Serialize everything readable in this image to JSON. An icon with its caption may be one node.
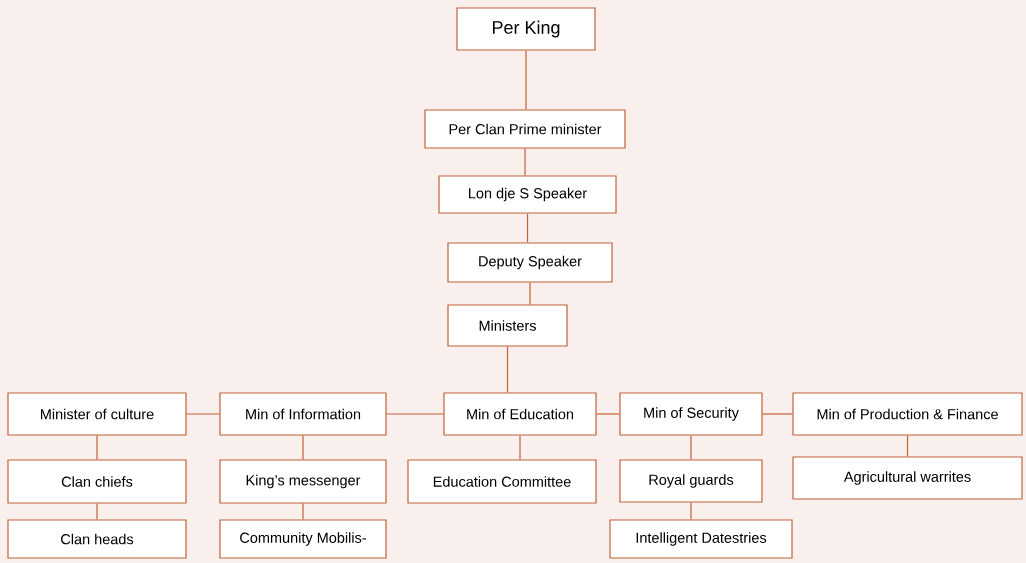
{
  "diagram": {
    "nodes": [
      {
        "text": [
          "Per King"
        ]
      },
      {
        "text": [
          "Per Clan Prime minister"
        ]
      },
      {
        "text": [
          "Lon dje S Speaker"
        ]
      },
      {
        "text": [
          "Deputy Speaker"
        ]
      },
      {
        "text": [
          "Ministers"
        ]
      },
      {
        "text": [
          "Minister of culture"
        ]
      },
      {
        "text": [
          "Min of Information"
        ]
      },
      {
        "text": [
          "Min of Education"
        ]
      },
      {
        "text": [
          "Min of Security"
        ]
      },
      {
        "text": [
          "Min of Production & Finance"
        ]
      },
      {
        "text": [
          "Clan chiefs"
        ]
      },
      {
        "text": [
          "King’s messenger"
        ]
      },
      {
        "text": [
          "Education Committee"
        ]
      },
      {
        "text": [
          "Royal guards"
        ]
      },
      {
        "text": [
          "Agricultural  warrites"
        ]
      },
      {
        "text": [
          "Clan heads"
        ]
      },
      {
        "text": [
          "Community Mobilis-"
        ]
      },
      {
        "text": [
          "Intelligent Datestries"
        ]
      }
    ],
    "edges": [
      {
        "from": 0,
        "to": 1,
        "arrow": "none"
      },
      {
        "from": 1,
        "to": 2,
        "arrow": "none"
      },
      {
        "from": 2,
        "to": 3,
        "arrow": "none"
      },
      {
        "from": 3,
        "to": 4,
        "arrow": "none"
      },
      {
        "from": 4,
        "to": 7,
        "arrow": "none"
      },
      {
        "from": 5,
        "to": 6,
        "arrow": "none"
      },
      {
        "from": 6,
        "to": 7,
        "arrow": "none"
      },
      {
        "from": 7,
        "to": 8,
        "arrow": "none"
      },
      {
        "from": 8,
        "to": 9,
        "arrow": "none"
      },
      {
        "from": 5,
        "to": 10,
        "arrow": "none"
      },
      {
        "from": 10,
        "to": 15,
        "arrow": "none"
      },
      {
        "from": 6,
        "to": 11,
        "arrow": "none"
      },
      {
        "from": 11,
        "to": 16,
        "arrow": "none"
      },
      {
        "from": 7,
        "to": 12,
        "arrow": "none"
      },
      {
        "from": 8,
        "to": 13,
        "arrow": "none"
      },
      {
        "from": 13,
        "to": 17,
        "arrow": "none"
      },
      {
        "from": 9,
        "to": 14,
        "arrow": "none"
      }
    ]
  }
}
